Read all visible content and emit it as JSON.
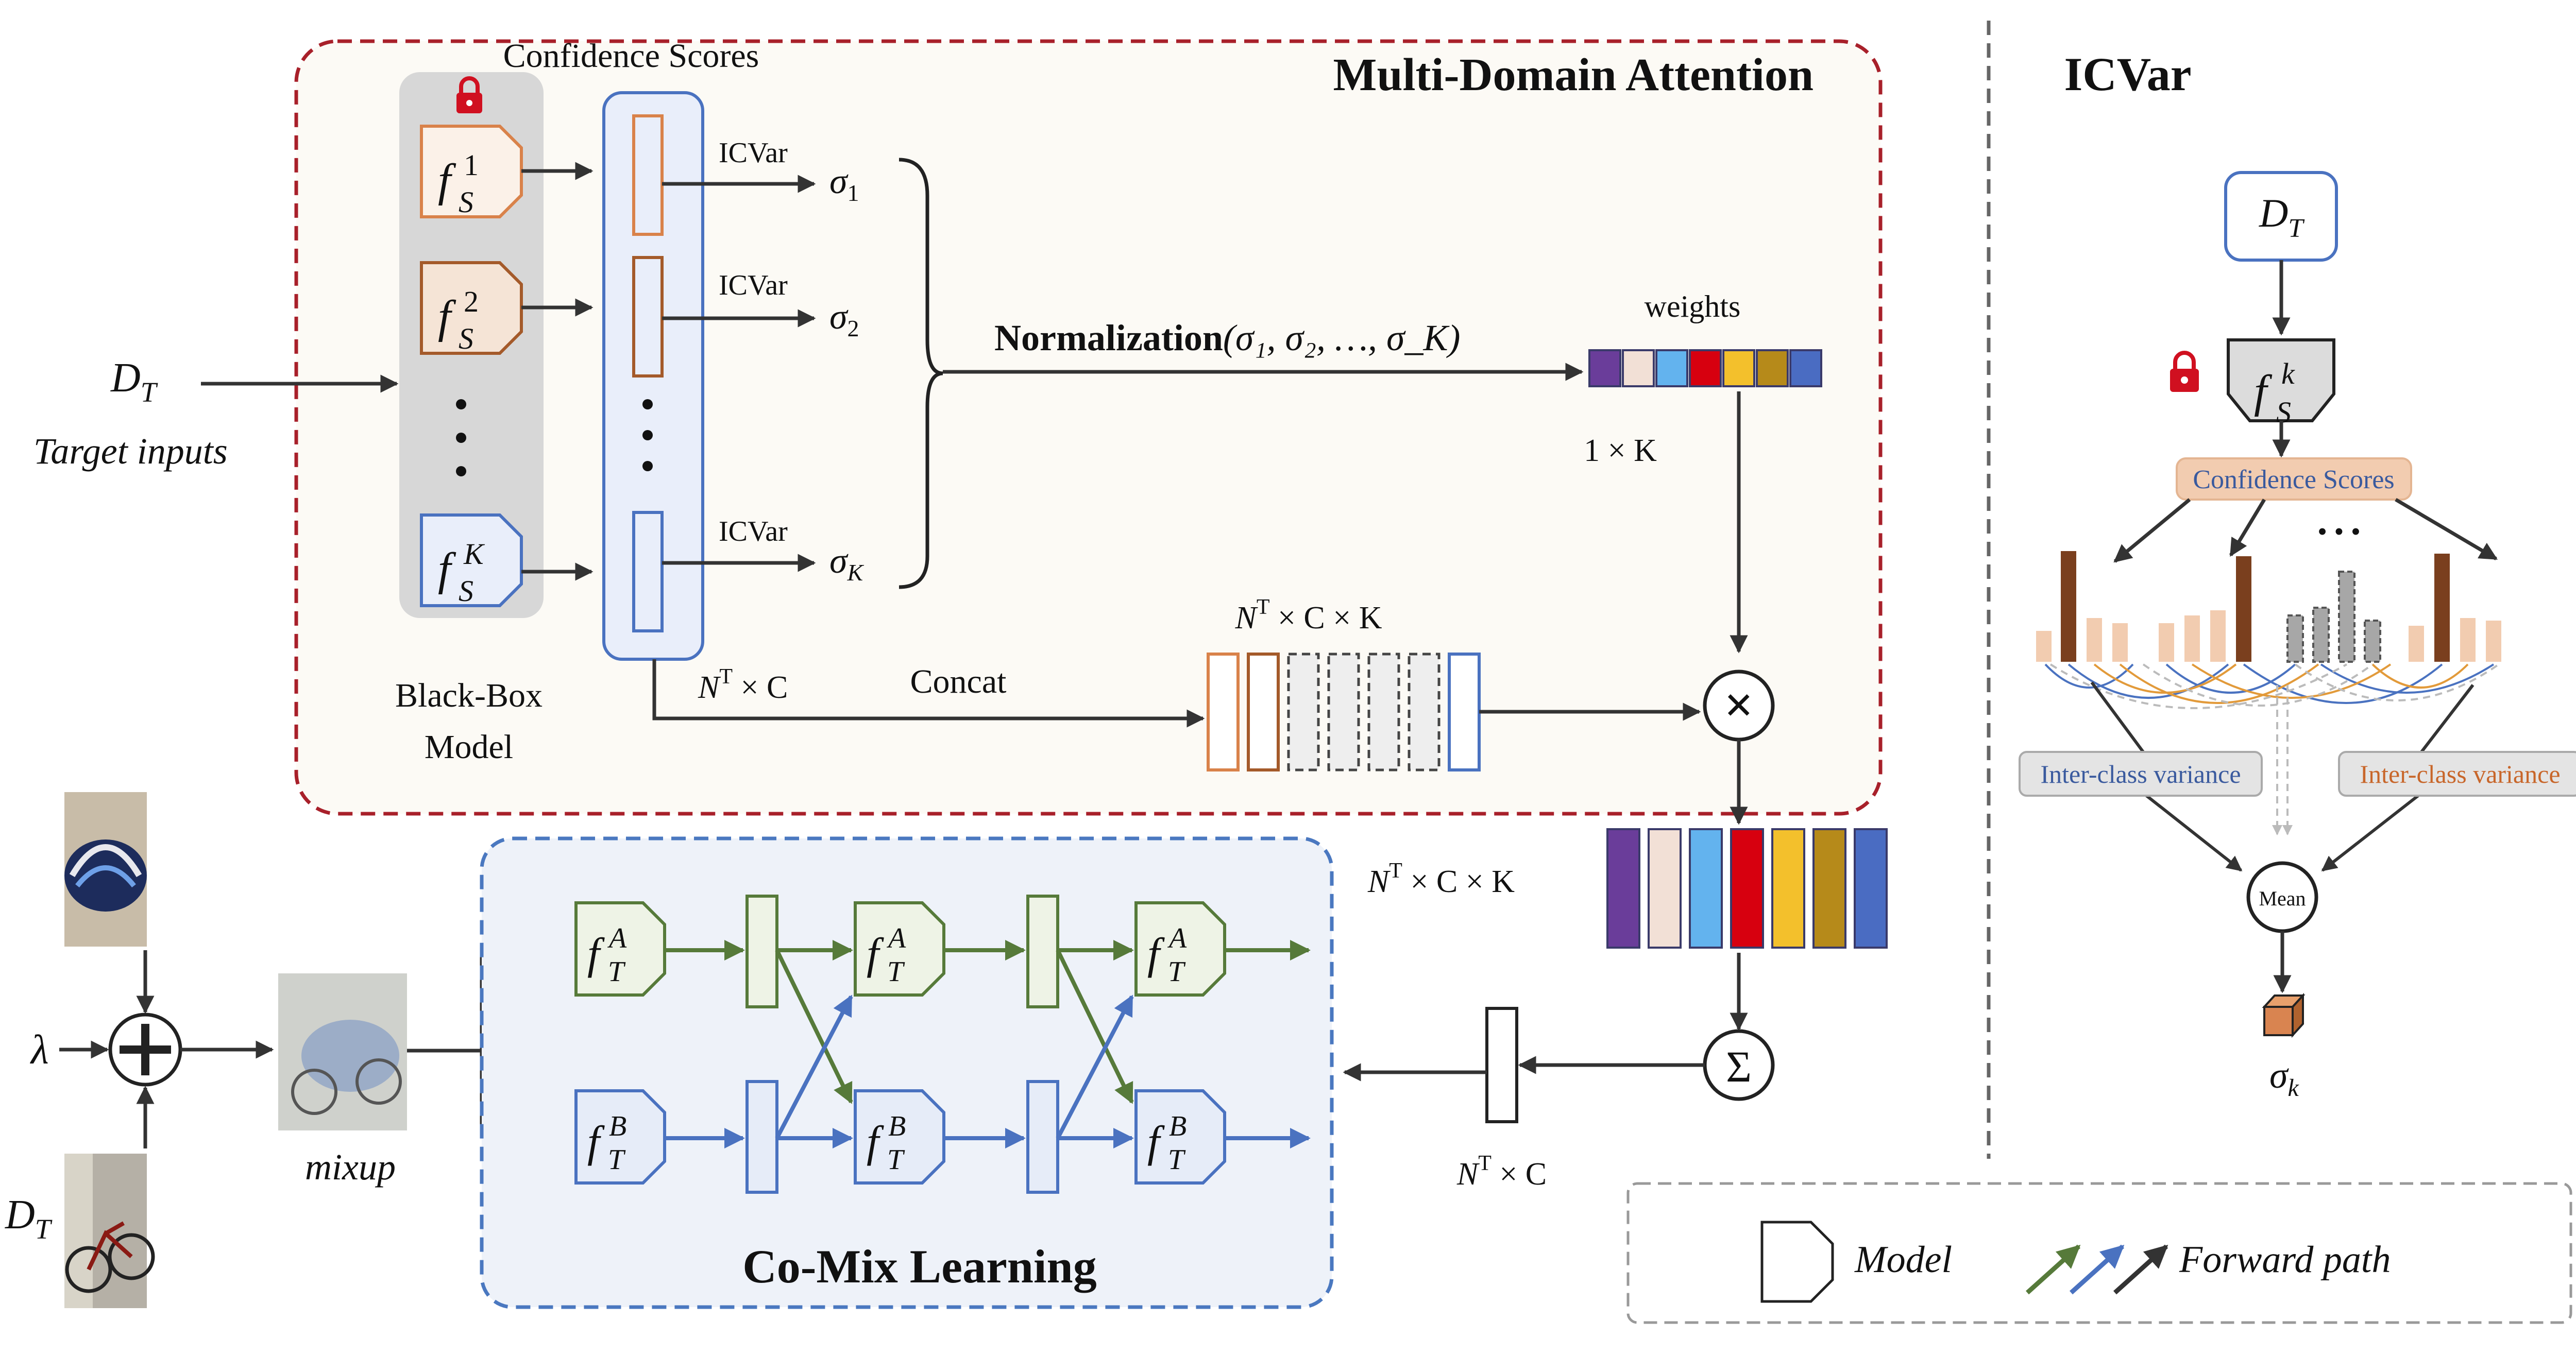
{
  "mda": {
    "title": "Multi-Domain Attention",
    "confidence_scores": "Confidence Scores",
    "black_box_model": [
      "Black-Box",
      "Model"
    ],
    "models": [
      {
        "base": "f",
        "sub": "S",
        "sup": "1"
      },
      {
        "base": "f",
        "sub": "S",
        "sup": "2"
      },
      {
        "base": "f",
        "sub": "S",
        "sup": "K"
      }
    ],
    "icvar": [
      "ICVar",
      "ICVar",
      "ICVar"
    ],
    "sigmas": [
      {
        "base": "σ",
        "sub": "1"
      },
      {
        "base": "σ",
        "sub": "2"
      },
      {
        "base": "σ",
        "sub": "K"
      }
    ],
    "normalization": {
      "bold": "Normalization",
      "args": "(σ₁, σ₂, …, σ_K)"
    },
    "weights_label": "weights",
    "weights_dim": "1 × K",
    "concat_label": "Concat",
    "concat_in_dim": "Nᵀ × C",
    "concat_out_dim": "Nᵀ × C × K",
    "weight_colors": [
      "#6a3d9a",
      "#f2e0d6",
      "#63b3ee",
      "#d7000f",
      "#f3c02c",
      "#b68a1a",
      "#4a6cc2"
    ]
  },
  "input": {
    "dt": "D_T",
    "target_inputs": "Target inputs"
  },
  "lower": {
    "lambda": "λ",
    "dt": "D_T",
    "mixup": "mixup",
    "weighted_dim": "Nᵀ × C × K",
    "sum_dim": "Nᵀ × C",
    "sum_symbol": "Σ",
    "times_symbol": "×"
  },
  "comix": {
    "title": "Co-Mix Learning",
    "model_a": {
      "base": "f",
      "sub": "T",
      "sup": "A"
    },
    "model_b": {
      "base": "f",
      "sub": "T",
      "sup": "B"
    }
  },
  "icvar_panel": {
    "title": "ICVar",
    "dt": "D_T",
    "model": {
      "base": "f",
      "sub": "S",
      "sup": "k"
    },
    "confidence_scores": "Confidence Scores",
    "dots": "• • •",
    "inter_left": "Inter-class variance",
    "inter_right": "Inter-class variance",
    "mean": "Mean",
    "output": "σ_k"
  },
  "legend": {
    "model": "Model",
    "forward": "Forward path"
  },
  "colors": {
    "mda_border": "#a8202a",
    "mda_fill": "#fcfaf5",
    "comix_border": "#4a78c0",
    "comix_fill": "#eef2f9",
    "orange": "#d9824a",
    "brown": "#a45a2a",
    "blue": "#4a72c0",
    "green": "#567a3a",
    "gray_panel": "#d7d7d7"
  }
}
